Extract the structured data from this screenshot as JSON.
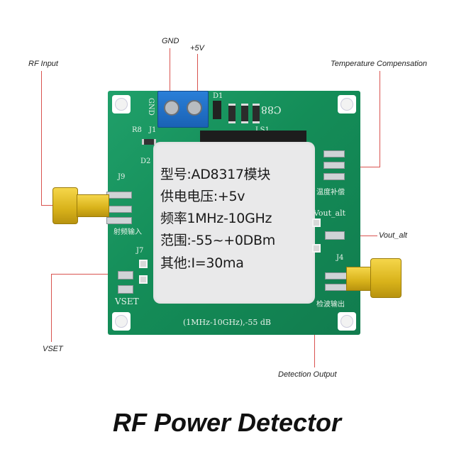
{
  "callouts": {
    "gnd": "GND",
    "plus5v": "+5V",
    "rf_input": "RF Input",
    "temp_comp": "Temperature Compensation",
    "vout_alt": "Vout_alt",
    "vset": "VSET",
    "detection_output": "Detection Output"
  },
  "label_card": {
    "line1": "型号:AD8317模块",
    "line2": "供电电压:+5v",
    "line3": "频率1MHz-10GHz",
    "line4": "范围:-55~+0DBm",
    "line5": "其他:I=30ma"
  },
  "silkscreen": {
    "gnd": "GND",
    "d1": "D1",
    "c_code": "C88",
    "j1": "J1",
    "ls1": "LS1",
    "r8": "R8",
    "d2": "D2",
    "j9": "J9",
    "rf_in_cn": "射频输入",
    "j7": "J7",
    "vset": "VSET",
    "temp_cn": "温度补偿",
    "vout_alt": "Vout_alt",
    "j4": "J4",
    "det_cn": "检波输出",
    "range": "(1MHz-10GHz),-55 dB"
  },
  "title": "RF Power Detector",
  "colors": {
    "pcb": "#148d58",
    "leader": "#d9534f",
    "terminal": "#1f6fc9",
    "sma": "#e6c02a"
  }
}
